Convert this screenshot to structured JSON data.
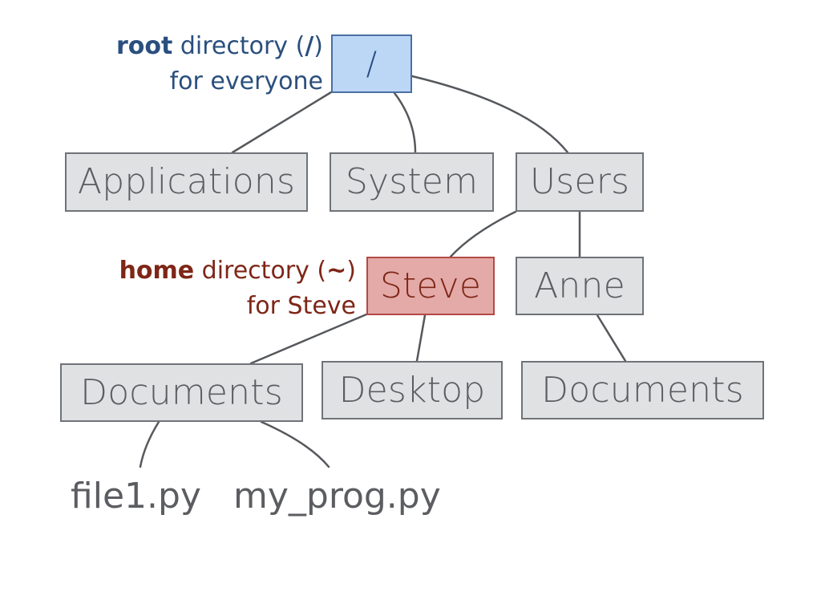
{
  "colors": {
    "root_fill": "#bcd7f5",
    "root_text": "#284c7f",
    "home_fill": "#e3aaa8",
    "home_text": "#7e2617",
    "node_fill": "#dfe1e3",
    "node_text": "#5b5d61",
    "connector": "#55585c"
  },
  "annotations": {
    "root": {
      "bold": "root",
      "rest": " directory (",
      "symbol": "/",
      "close": ")",
      "line2": "for everyone"
    },
    "home": {
      "bold": "home",
      "rest": " directory (",
      "symbol": "~",
      "close": ")",
      "line2": "for Steve"
    }
  },
  "nodes": {
    "root": "/",
    "applications": "Applications",
    "system": "System",
    "users": "Users",
    "steve": "Steve",
    "anne": "Anne",
    "steve_documents": "Documents",
    "steve_desktop": "Desktop",
    "anne_documents": "Documents"
  },
  "files": {
    "file1": "file1.py",
    "my_prog": "my_prog.py"
  }
}
